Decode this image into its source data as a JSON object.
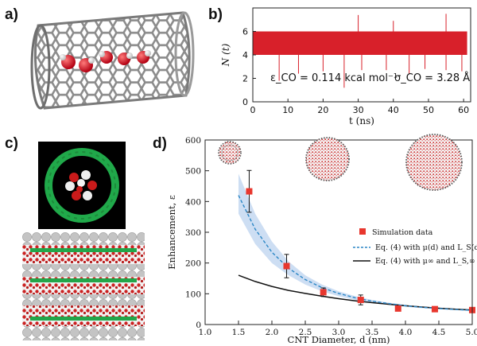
{
  "panel_labels": {
    "a": "a)",
    "b": "b)",
    "c": "c)",
    "d": "d)"
  },
  "panel_b": {
    "y_axis_label": "N (t)",
    "x_axis_label": "t (ns)",
    "y_ticks": [
      "0",
      "2",
      "4",
      "6"
    ],
    "x_ticks": [
      "0",
      "10",
      "20",
      "30",
      "40",
      "50",
      "60"
    ],
    "annotation_eps": "ε_CO = 0.114 kcal mol⁻¹",
    "annotation_sigma": "σ_CO = 3.28 Å",
    "color": "#d8202a"
  },
  "chart_data": {
    "type": "scatter",
    "xlabel": "CNT Diameter, d (nm)",
    "ylabel": "Enhancement, ε",
    "xlim": [
      1.0,
      5.0
    ],
    "ylim": [
      0,
      600
    ],
    "x_ticks": [
      "1.0",
      "1.5",
      "2.0",
      "2.5",
      "3.0",
      "3.5",
      "4.0",
      "4.5",
      "5.0"
    ],
    "y_ticks": [
      "0",
      "100",
      "200",
      "300",
      "400",
      "500",
      "600"
    ],
    "legend_position": "middle-right",
    "series": [
      {
        "name": "Simulation data",
        "kind": "points",
        "color": "#e8372e",
        "x": [
          1.66,
          2.22,
          2.77,
          3.33,
          3.89,
          4.44,
          5.0
        ],
        "y": [
          433,
          190,
          105,
          80,
          52,
          50,
          47
        ],
        "err": [
          68,
          38,
          14,
          16,
          5,
          5,
          5
        ]
      },
      {
        "name": "Eq. (4) with μ(d) and L_S(d)",
        "kind": "dashed-line",
        "color": "#2b86c5",
        "x": [
          1.5,
          1.75,
          2.0,
          2.25,
          2.5,
          2.75,
          3.0,
          3.25,
          3.5,
          3.75,
          4.0,
          4.25,
          4.5,
          4.75,
          5.0
        ],
        "y": [
          420,
          310,
          235,
          183,
          146,
          120,
          101,
          87,
          76,
          68,
          61,
          56,
          52,
          49,
          46
        ],
        "band_upper": [
          490,
          360,
          270,
          205,
          160,
          130,
          108,
          92,
          80,
          71,
          64,
          58,
          54,
          51,
          48
        ],
        "band_lower": [
          360,
          262,
          200,
          160,
          130,
          108,
          92,
          80,
          71,
          64,
          58,
          53,
          50,
          47,
          44
        ]
      },
      {
        "name": "Eq. (4) with μ∞ and L_S,∞",
        "kind": "solid-line",
        "color": "#111111",
        "x": [
          1.5,
          1.75,
          2.0,
          2.25,
          2.5,
          2.75,
          3.0,
          3.25,
          3.5,
          3.75,
          4.0,
          4.25,
          4.5,
          4.75,
          5.0
        ],
        "y": [
          160,
          140,
          124,
          111,
          101,
          92,
          84,
          77,
          71,
          66,
          61,
          57,
          53,
          50,
          47
        ]
      }
    ]
  }
}
